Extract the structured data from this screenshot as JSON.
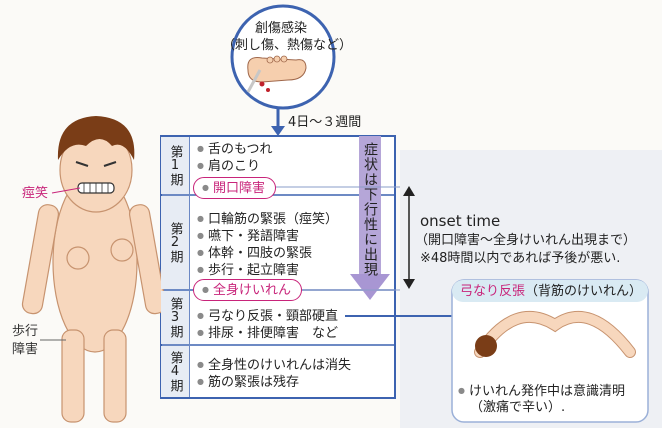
{
  "infection": {
    "title": "創傷感染",
    "subtitle": "（刺し傷、熱傷など）"
  },
  "onset_interval": "4日〜３週間",
  "stages": [
    {
      "label": "第1期",
      "items": [
        "舌のもつれ",
        "肩のこり"
      ]
    },
    {
      "label": "第2期",
      "items": [
        "口輪筋の緊張（痙笑）",
        "嚥下・発語障害",
        "体幹・四肢の緊張",
        "歩行・起立障害"
      ]
    },
    {
      "label": "第3期",
      "items": [
        "弓なり反張・頸部硬直",
        "排尿・排便障害　など"
      ]
    },
    {
      "label": "第4期",
      "items": [
        "全身性のけいれんは消失",
        "筋の緊張は残存"
      ]
    }
  ],
  "highlight_lockjaw": "開口障害",
  "highlight_generalized": "全身けいれん",
  "descending_arrow": "症状は下行性に出現",
  "onset_time": {
    "title": "onset time",
    "line1": "（開口障害〜全身けいれん出現まで）",
    "line2": "※48時間以内であれば予後が悪い."
  },
  "body_labels": {
    "risus": "痙笑",
    "gait": "歩行",
    "gait2": "障害"
  },
  "opisthotonus": {
    "title": "弓なり反張",
    "title_note": "（背筋のけいれん）",
    "note1": "けいれん発作中は意識清明",
    "note2": "（激痛で辛い）."
  },
  "colors": {
    "accent": "#c8247a",
    "stage_border": "#3d63b0",
    "arrow": "#b5a6d8",
    "down_arrow": "#3d63b0"
  }
}
